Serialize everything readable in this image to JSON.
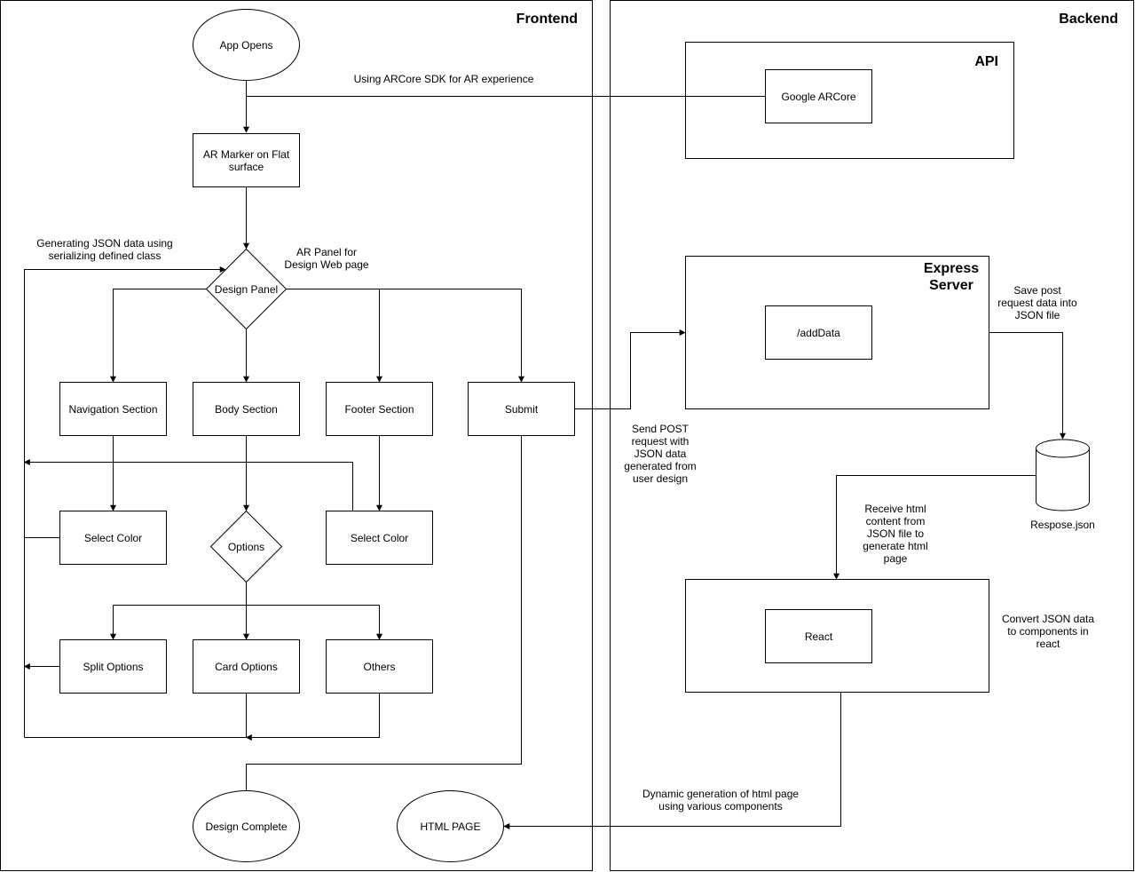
{
  "frontend": {
    "title": "Frontend",
    "nodes": {
      "app_opens": "App Opens",
      "ar_marker": [
        "AR Marker on Flat",
        "surface"
      ],
      "design_panel": "Design Panel",
      "navigation_section": "Navigation Section",
      "body_section": "Body Section",
      "footer_section": "Footer Section",
      "submit": "Submit",
      "select_color_left": "Select Color",
      "options": "Options",
      "select_color_right": "Select Color",
      "split_options": "Split Options",
      "card_options": "Card Options",
      "others": "Others",
      "design_complete": "Design Complete",
      "html_page": "HTML PAGE"
    },
    "notes": {
      "arcore_sdk": "Using ARCore SDK for AR experience",
      "generating_json": [
        "Generating JSON data using",
        "serializing defined class"
      ],
      "ar_panel": [
        "AR Panel for",
        "Design Web page"
      ]
    }
  },
  "backend": {
    "title": "Backend",
    "api": {
      "title": "API",
      "node": "Google ARCore"
    },
    "express": {
      "title": [
        "Express",
        "Server"
      ],
      "node": "/addData"
    },
    "react": {
      "node": "React"
    },
    "database": {
      "label": "Respose.json"
    },
    "notes": {
      "send_post": [
        "Send POST",
        "request with",
        "JSON data",
        "generated from",
        "user design"
      ],
      "save_post": [
        "Save post",
        "request data into",
        "JSON file"
      ],
      "receive_html": [
        "Receive html",
        "content from",
        "JSON file to",
        "generate html",
        "page"
      ],
      "convert_json": [
        "Convert JSON data",
        "to components in",
        "react"
      ],
      "dynamic_generation": [
        "Dynamic generation of html page",
        "using various components"
      ]
    }
  }
}
